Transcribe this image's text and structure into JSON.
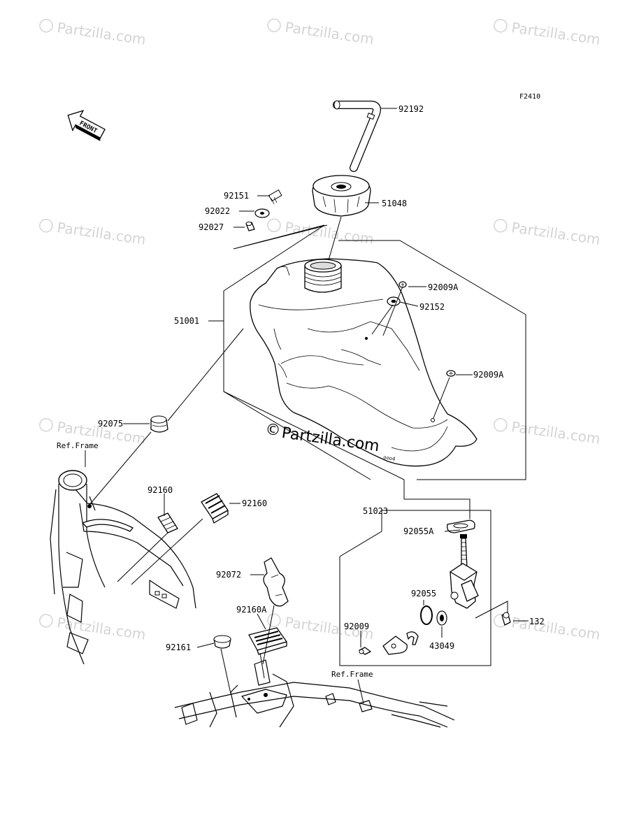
{
  "figure_code": "F2410",
  "front_label": "FRONT",
  "watermark": {
    "text": "Partzilla.com",
    "center_text": "Partzilla.com",
    "symbol": "©"
  },
  "ref_frame_label": "Ref.Frame",
  "callouts": {
    "p92192": "92192",
    "p51048": "51048",
    "p92151": "92151",
    "p92022": "92022",
    "p92027": "92027",
    "p92009A_1": "92009A",
    "p92152": "92152",
    "p51001": "51001",
    "p92009A_2": "92009A",
    "p92075": "92075",
    "p92160_1": "92160",
    "p92160_2": "92160",
    "p51023": "51023",
    "p92055A": "92055A",
    "p92072": "92072",
    "p92055": "92055",
    "p132": "132",
    "p92160A": "92160A",
    "p92009": "92009",
    "p43049": "43049",
    "p92161": "92161"
  }
}
